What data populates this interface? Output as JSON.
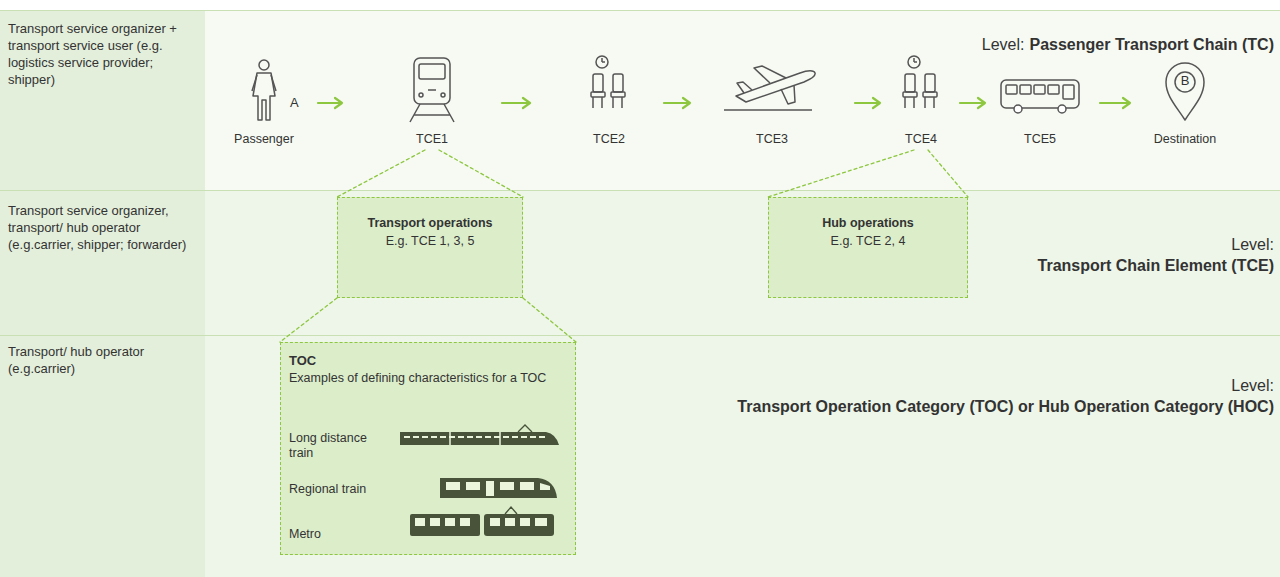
{
  "diagram": {
    "nodes": [
      {
        "text": [
          "Transport service organizer + transport service user (e.g. logistics service provider; shipper)",
          "Level:",
          "Passenger Transport Chain (TC)"
        ]
      },
      {
        "text": [
          "Passenger"
        ],
        "in": 0
      },
      {
        "text": [
          "TCE1"
        ],
        "in": 0
      },
      {
        "text": [
          "TCE2"
        ],
        "in": 0
      },
      {
        "text": [
          "TCE3"
        ],
        "in": 0
      },
      {
        "text": [
          "TCE4"
        ],
        "in": 0
      },
      {
        "text": [
          "TCE5"
        ],
        "in": 0
      },
      {
        "text": [
          "B",
          "Destination"
        ],
        "in": 0
      },
      {
        "text": [
          "Transport service organizer, transport/ hub operator (e.g.carrier, shipper; forwarder)",
          "Level:",
          "Transport Chain Element (TCE)"
        ]
      },
      {
        "text": [
          "Transport operations",
          "E.g. TCE 1, 3, 5"
        ],
        "in": 8
      },
      {
        "text": [
          "Hub operations",
          "E.g. TCE 2, 4"
        ],
        "in": 8
      },
      {
        "text": [
          "Transport/ hub operator (e.g.carrier)",
          "Level:",
          "Transport Operation Category (TOC) or Hub Operation Category (HOC)"
        ]
      },
      {
        "text": [
          "TOC",
          "Examples of defining characteristics for a TOC",
          "Long distance train",
          "Regional train",
          "Metro"
        ],
        "in": 11
      }
    ],
    "edges": [
      {
        "from": 1,
        "to": 2,
        "arrow": "to"
      },
      {
        "from": 2,
        "to": 3,
        "arrow": "to"
      },
      {
        "from": 3,
        "to": 4,
        "arrow": "to"
      },
      {
        "from": 4,
        "to": 5,
        "arrow": "to"
      },
      {
        "from": 5,
        "to": 6,
        "arrow": "to"
      },
      {
        "from": 6,
        "to": 7,
        "arrow": "to"
      },
      {
        "from": 2,
        "to": 9,
        "arrow": "none"
      },
      {
        "from": 5,
        "to": 10,
        "arrow": "none"
      },
      {
        "from": 9,
        "to": 12,
        "arrow": "none"
      }
    ],
    "labels": [
      "A"
    ]
  }
}
